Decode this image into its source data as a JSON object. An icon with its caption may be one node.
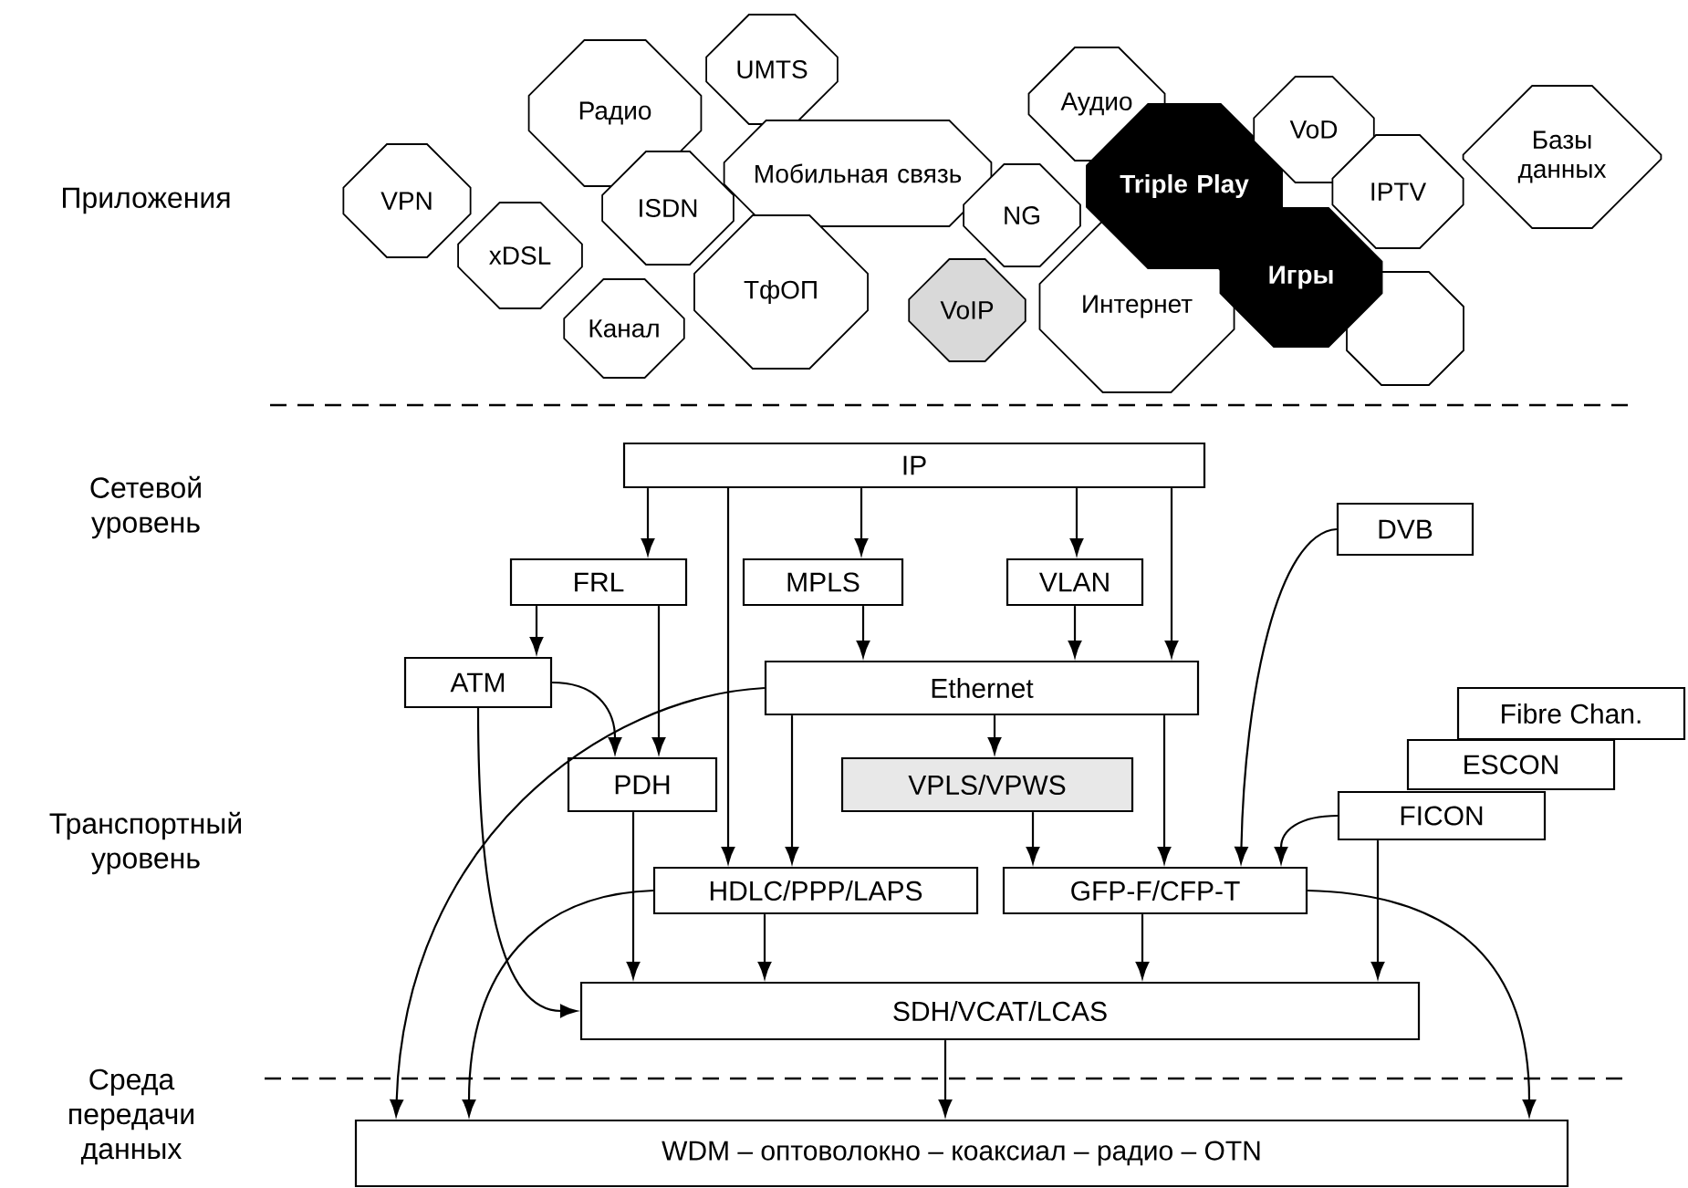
{
  "diagram": {
    "nodes": [
      {
        "text": [
          "VPN"
        ]
      },
      {
        "text": [
          "Радио"
        ]
      },
      {
        "text": [
          "UMTS"
        ]
      },
      {
        "text": [
          "xDSL"
        ]
      },
      {
        "text": [
          "ISDN"
        ]
      },
      {
        "text": [
          "Мобильная связь"
        ]
      },
      {
        "text": [
          "Канал"
        ]
      },
      {
        "text": [
          "ТфОП"
        ]
      },
      {
        "text": [
          "NG"
        ]
      },
      {
        "text": [
          "VoIP"
        ]
      },
      {
        "text": [
          "Аудио"
        ]
      },
      {
        "text": [
          "Triple Play"
        ]
      },
      {
        "text": [
          "Интернет"
        ]
      },
      {
        "text": [
          "VoD"
        ]
      },
      {
        "text": [
          "IPTV"
        ]
      },
      {
        "text": [
          "Игры"
        ]
      },
      {
        "text": [],
        "shape": "octagon"
      },
      {
        "text": [
          "Базы данных"
        ]
      },
      {
        "text": [
          "IP"
        ]
      },
      {
        "text": [
          "DVB"
        ]
      },
      {
        "text": [
          "FRL"
        ]
      },
      {
        "text": [
          "MPLS"
        ]
      },
      {
        "text": [
          "VLAN"
        ]
      },
      {
        "text": [
          "ATM"
        ]
      },
      {
        "text": [
          "Ethernet"
        ]
      },
      {
        "text": [
          "Fibre Chan."
        ]
      },
      {
        "text": [
          "ESCON"
        ]
      },
      {
        "text": [
          "PDH"
        ]
      },
      {
        "text": [
          "VPLS/VPWS"
        ]
      },
      {
        "text": [
          "FICON"
        ]
      },
      {
        "text": [
          "HDLC/PPP/LAPS"
        ]
      },
      {
        "text": [
          "GFP-F/CFP-T"
        ]
      },
      {
        "text": [
          "SDH/VCAT/LCAS"
        ]
      },
      {
        "text": [
          "WDM – оптоволокно – коаксиал – радио – OTN"
        ]
      }
    ],
    "edges": [
      {
        "from": 18,
        "to": 20,
        "arrow": "to"
      },
      {
        "from": 18,
        "to": 21,
        "arrow": "to"
      },
      {
        "from": 18,
        "to": 22,
        "arrow": "to"
      },
      {
        "from": 18,
        "to": 24,
        "arrow": "to"
      },
      {
        "from": 18,
        "to": 30,
        "arrow": "to"
      },
      {
        "from": 20,
        "to": 23,
        "arrow": "to"
      },
      {
        "from": 20,
        "to": 27,
        "arrow": "to"
      },
      {
        "from": 23,
        "to": 27,
        "arrow": "to"
      },
      {
        "from": 21,
        "to": 24,
        "arrow": "to"
      },
      {
        "from": 22,
        "to": 24,
        "arrow": "to"
      },
      {
        "from": 24,
        "to": 28,
        "arrow": "to"
      },
      {
        "from": 24,
        "to": 30,
        "arrow": "to"
      },
      {
        "from": 24,
        "to": 31,
        "arrow": "to"
      },
      {
        "from": 24,
        "to": 33,
        "arrow": "to"
      },
      {
        "from": 19,
        "to": 31,
        "arrow": "to"
      },
      {
        "from": 29,
        "to": 31,
        "arrow": "to"
      },
      {
        "from": 28,
        "to": 31,
        "arrow": "to"
      },
      {
        "from": 27,
        "to": 32,
        "arrow": "to"
      },
      {
        "from": 30,
        "to": 32,
        "arrow": "to"
      },
      {
        "from": 31,
        "to": 32,
        "arrow": "to"
      },
      {
        "from": 29,
        "to": 32,
        "arrow": "to"
      },
      {
        "from": 23,
        "to": 32,
        "arrow": "to"
      },
      {
        "from": 30,
        "to": 33,
        "arrow": "to"
      },
      {
        "from": 32,
        "to": 33,
        "arrow": "to"
      },
      {
        "from": 31,
        "to": 33,
        "arrow": "to"
      }
    ],
    "labels": [
      "Приложения",
      "Сетевой уровень",
      "Транспортный уровень",
      "Среда передачи данных"
    ]
  }
}
